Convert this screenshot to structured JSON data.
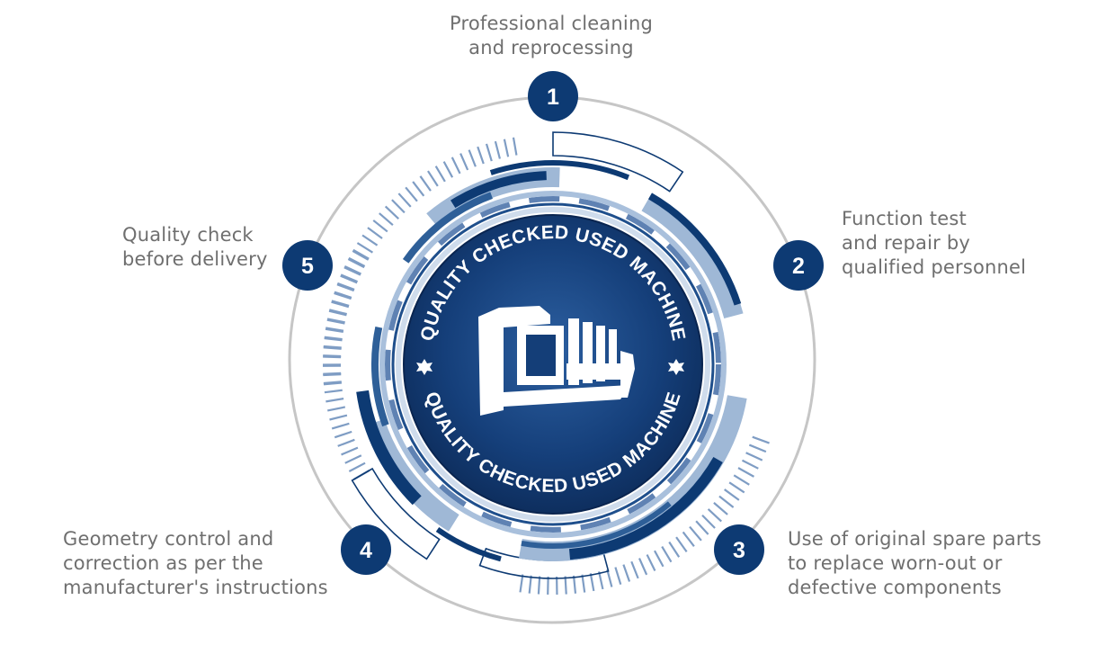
{
  "badge": {
    "top_text": "QUALITY CHECKED USED MACHINE",
    "bottom_text": "QUALITY CHECKED USED MACHINE",
    "machine_icon": "cnc-machine-icon",
    "star_icon": "star-icon"
  },
  "steps": [
    {
      "number": "1",
      "lines": [
        "Professional cleaning",
        "and reprocessing"
      ]
    },
    {
      "number": "2",
      "lines": [
        "Function test",
        "and repair by",
        "qualified personnel"
      ]
    },
    {
      "number": "3",
      "lines": [
        "Use of original spare parts",
        "to replace worn-out or",
        "defective components"
      ]
    },
    {
      "number": "4",
      "lines": [
        "Geometry control and",
        "correction as per the",
        "manufacturer's instructions"
      ]
    },
    {
      "number": "5",
      "lines": [
        "Quality check",
        "before delivery"
      ]
    }
  ],
  "colors": {
    "navy": "#0d3a73",
    "mid_blue": "#2e5f98",
    "light_blue": "#9fb8d6",
    "pale_blue": "#cfdcec",
    "outer_ring": "#c2c2c2",
    "label_gray": "#6f6f6f",
    "badge_dark": "#0f2f60",
    "white": "#ffffff"
  }
}
